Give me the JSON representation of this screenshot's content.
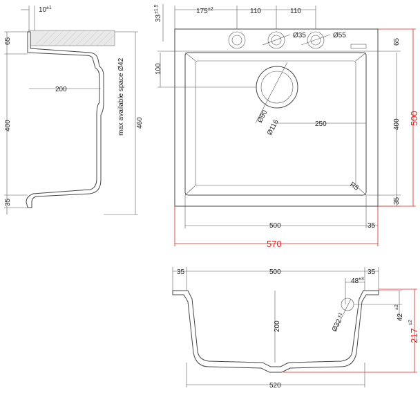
{
  "side_view": {
    "top_offset": "10",
    "top_offset_tol": "±1",
    "d_65": "65",
    "d_200": "200",
    "d_400": "400",
    "d_35": "35",
    "d_460": "460",
    "note": "max available space Ø42"
  },
  "top_view": {
    "d_33": "33",
    "d_33_tol": "±1.5",
    "d_175": "175",
    "d_175_tol": "±2",
    "d_110_a": "110",
    "d_110_b": "110",
    "d_phi35": "Ø35",
    "d_phi55": "Ø55",
    "d_100": "100",
    "d_65": "65",
    "d_phi90": "Ø90",
    "d_phi116": "Ø116",
    "d_250": "250",
    "d_400": "400",
    "d_500_h": "500",
    "d_r5": "R5",
    "d_35_r": "35",
    "d_500_w": "500",
    "d_35_w": "35",
    "d_570": "570"
  },
  "section_view": {
    "d_35_l": "35",
    "d_500": "500",
    "d_35_r": "35",
    "d_48": "48",
    "d_48_tol": "±3",
    "d_200": "200",
    "d_phi32": "Ø32",
    "d_phi32_tol": "±1",
    "d_42": "42",
    "d_42_tol": "±2",
    "d_217": "217",
    "d_217_tol": "±2",
    "d_520": "520"
  },
  "colors": {
    "line": "#333333",
    "accent_red": "#e0201c"
  }
}
